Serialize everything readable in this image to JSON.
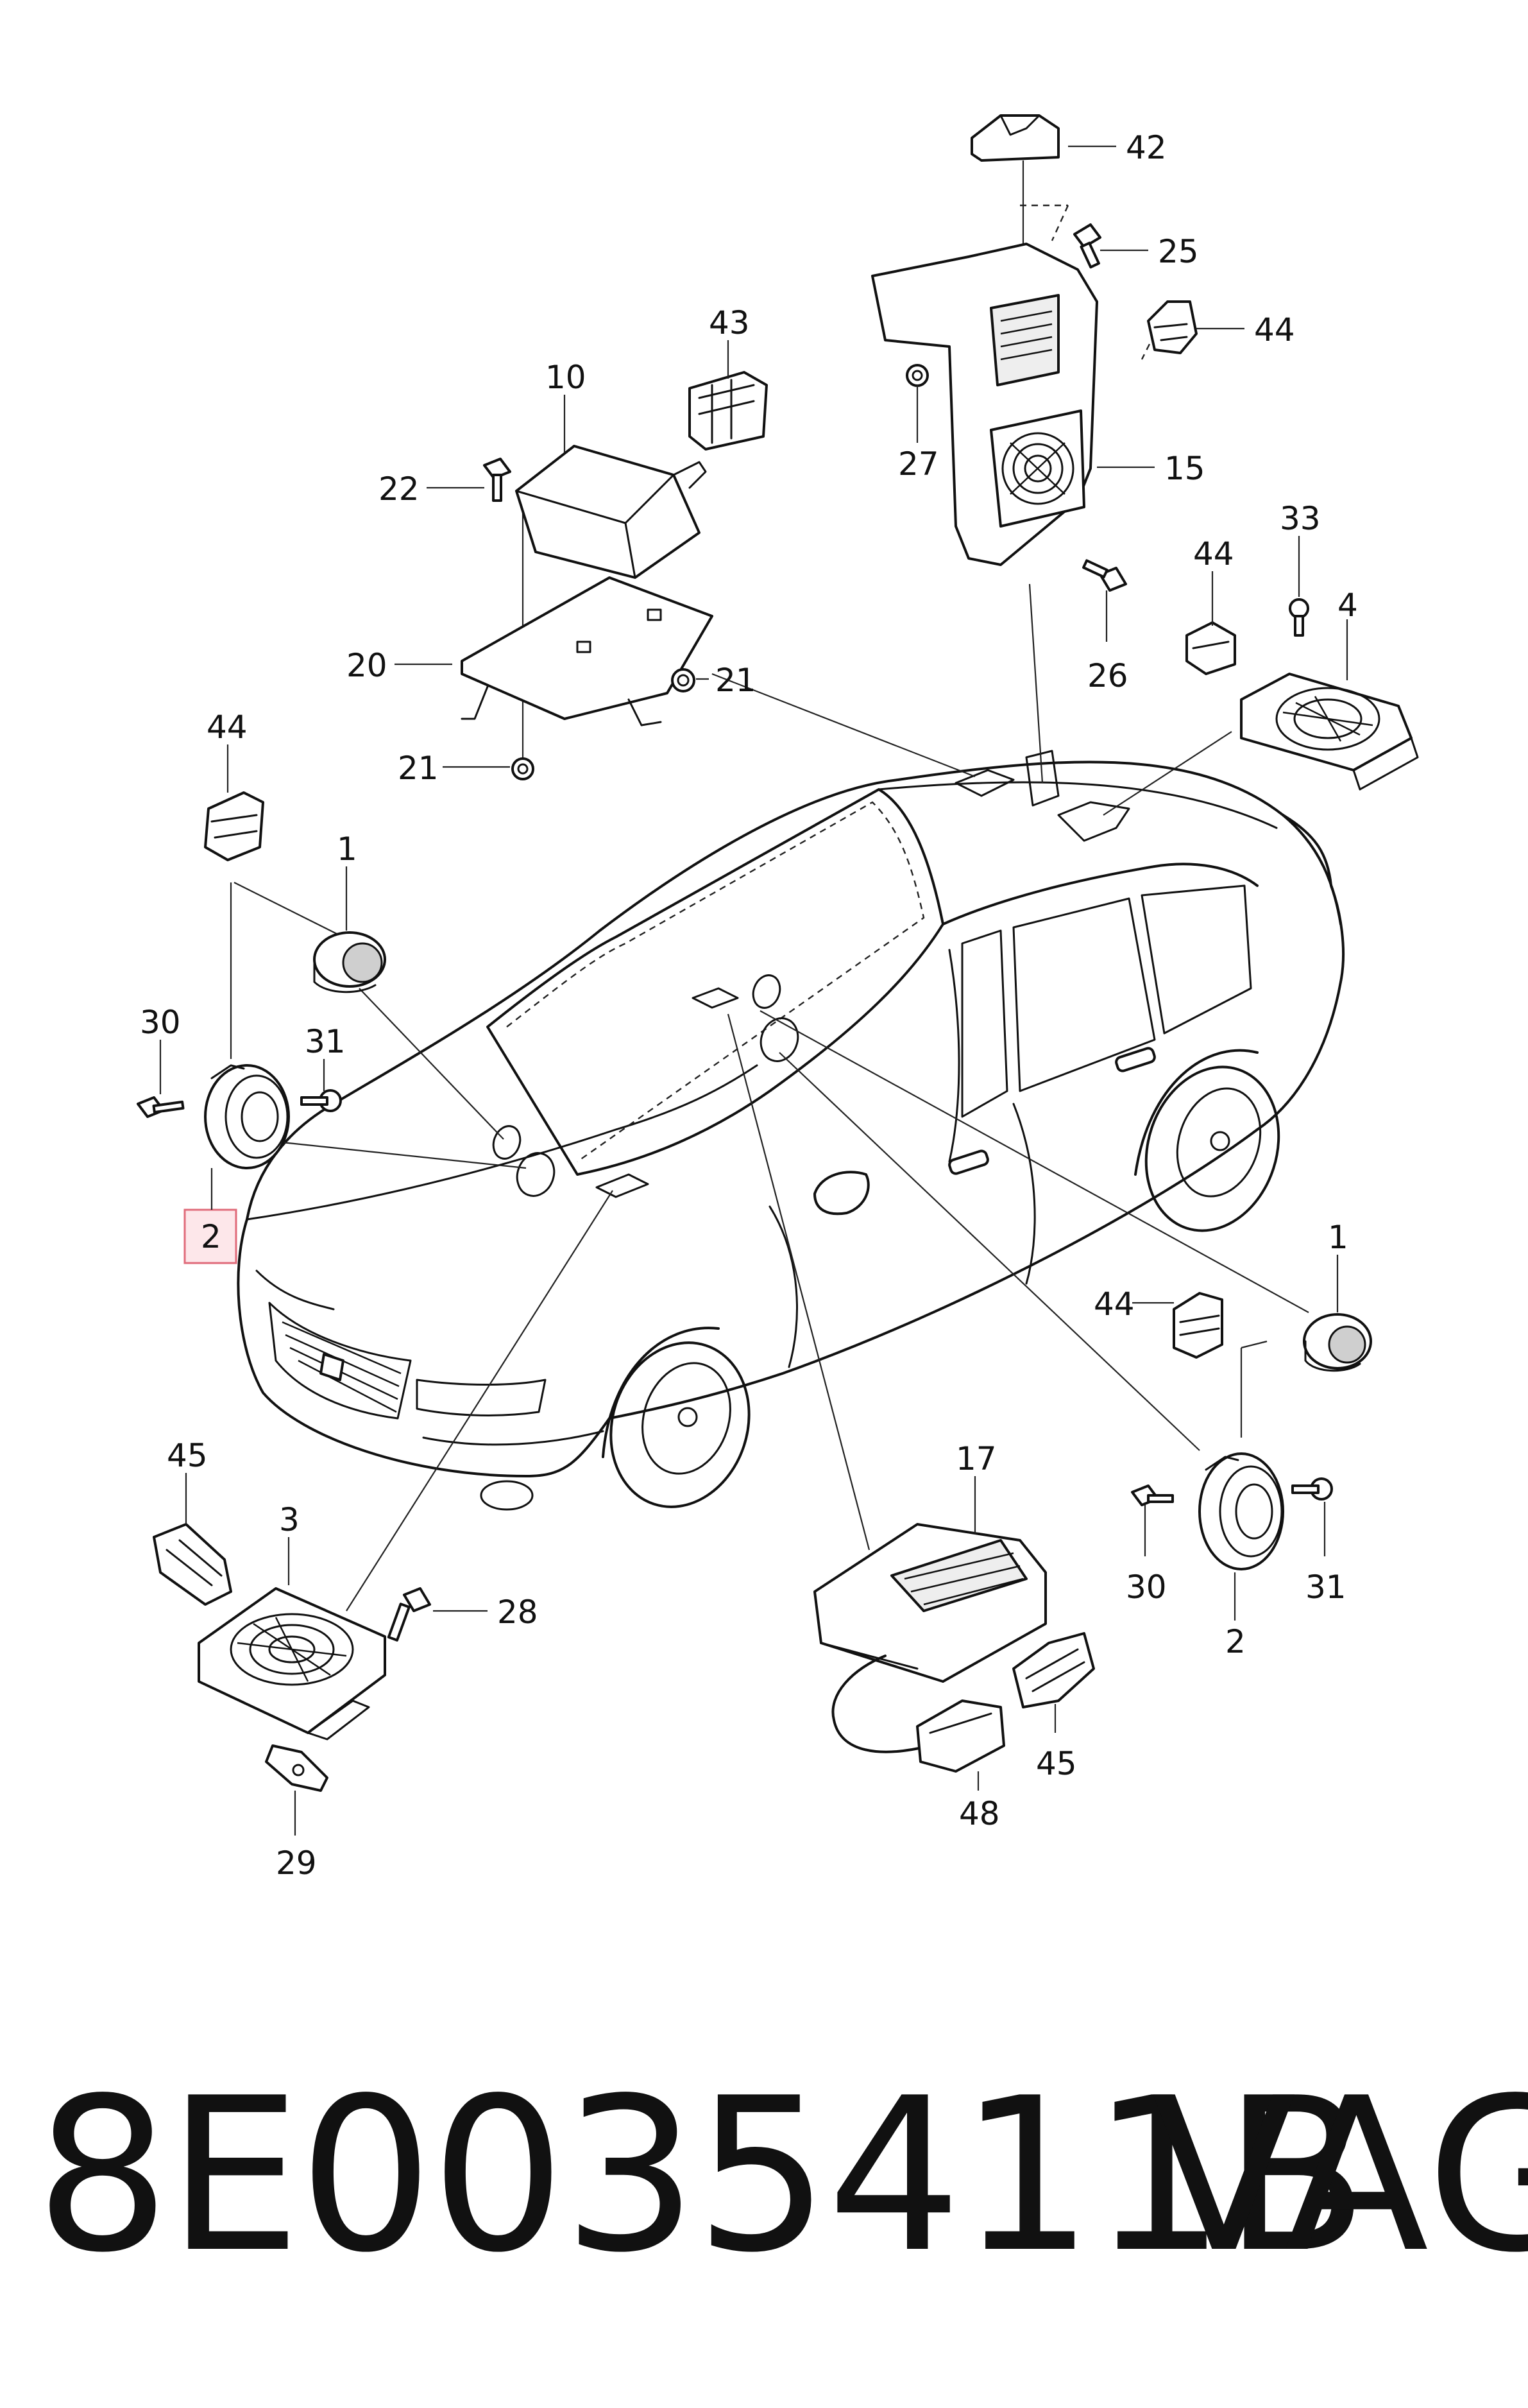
{
  "callouts": {
    "c42": "42",
    "c25": "25",
    "c44_top": "44",
    "c43": "43",
    "c10": "10",
    "c27": "27",
    "c15": "15",
    "c22": "22",
    "c33": "33",
    "c44_right": "44",
    "c4": "4",
    "c26": "26",
    "c20": "20",
    "c21_right": "21",
    "c21_left": "21",
    "c44_left": "44",
    "c1_left": "1",
    "c30_left": "30",
    "c31_left": "31",
    "c2_left": "2",
    "c1_right": "1",
    "c44_mid": "44",
    "c17": "17",
    "c45_left": "45",
    "c3": "3",
    "c28": "28",
    "c30_right": "30",
    "c31_right": "31",
    "c2_right": "2",
    "c45_right": "45",
    "c48": "48",
    "c29": "29"
  },
  "highlight": {
    "color": "#e06b7a"
  },
  "footer": {
    "part_number": "8E0035411B",
    "brand": "VAG"
  },
  "icons": {
    "car": "sedan-outline",
    "speaker": "loudspeaker",
    "amplifier": "amplifier-module",
    "connector": "plug-connector",
    "screw": "screw",
    "nut": "nut",
    "subwoofer": "subwoofer-enclosure",
    "tweeter": "tweeter"
  }
}
